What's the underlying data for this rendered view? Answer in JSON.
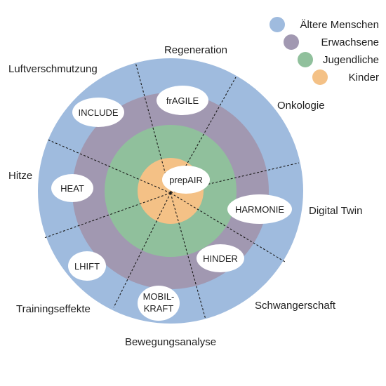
{
  "legend": [
    {
      "label": "Ältere Menschen",
      "color": "#9fbbde"
    },
    {
      "label": "Erwachsene",
      "color": "#a198b1"
    },
    {
      "label": "Jugendliche",
      "color": "#90c09c"
    },
    {
      "label": "Kinder",
      "color": "#f4c186"
    }
  ],
  "segments": [
    {
      "id": "regeneration",
      "label": "Regeneration"
    },
    {
      "id": "luftverschmutzung",
      "label": "Luftverschmutzung"
    },
    {
      "id": "onkologie",
      "label": "Onkologie"
    },
    {
      "id": "hitze",
      "label": "Hitze"
    },
    {
      "id": "digital-twin",
      "label": "Digital Twin"
    },
    {
      "id": "trainingseffekte",
      "label": "Trainingseffekte"
    },
    {
      "id": "schwangerschaft",
      "label": "Schwangerschaft"
    },
    {
      "id": "bewegungsanalyse",
      "label": "Bewegungsanalyse"
    }
  ],
  "projects": [
    {
      "id": "fragile",
      "lines": [
        "frAGILE"
      ]
    },
    {
      "id": "include",
      "lines": [
        "INCLUDE"
      ]
    },
    {
      "id": "prepair",
      "lines": [
        "prepAIR"
      ]
    },
    {
      "id": "heat",
      "lines": [
        "HEAT"
      ]
    },
    {
      "id": "harmonie",
      "lines": [
        "HARMONIE"
      ]
    },
    {
      "id": "hinder",
      "lines": [
        "HINDER"
      ]
    },
    {
      "id": "lhift",
      "lines": [
        "LHIFT"
      ]
    },
    {
      "id": "mobil-kraft",
      "lines": [
        "MOBIL-",
        "KRAFT"
      ]
    }
  ]
}
